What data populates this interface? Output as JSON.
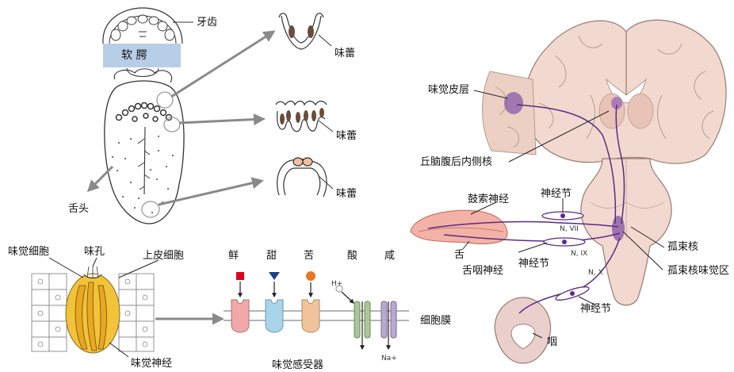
{
  "tongue": {
    "teeth": "牙齿",
    "palate": "软 腭",
    "tip": "舌头",
    "bud_top": "味蕾",
    "bud_middle": "味蕾",
    "bud_bottom": "味蕾"
  },
  "taste_bud": {
    "receptor_cell": "味觉细胞",
    "pore": "味孔",
    "epithelial": "上皮细胞",
    "nerve": "味觉神经"
  },
  "receptors": {
    "tastes": [
      "鲜",
      "甜",
      "苦",
      "酸",
      "咸"
    ],
    "h_ion": "H+",
    "na_ion": "Na+",
    "membrane": "细胞膜",
    "caption": "味觉感受器"
  },
  "brain": {
    "cortex": "味觉皮层",
    "thalamus": "丘脑腹后内侧核",
    "chorda": "鼓索神经",
    "ganglion_top": "神经节",
    "nerve_vii": "N, VII",
    "nerve_ix": "N, IX",
    "nerve_x": "N, X",
    "tongue": "舌",
    "glosso": "舌咽神经",
    "ganglion_mid": "神经节",
    "ganglion_bot": "神经节",
    "nts": "孤束核",
    "nts_taste": "孤束核味觉区",
    "pharynx": "咽"
  },
  "colors": {
    "umami": "#e0001b",
    "sweet": "#1f3f80",
    "bitter": "#e87722",
    "receptor_umami": "#f0a9a8",
    "receptor_sweet": "#a9d4ea",
    "receptor_bitter": "#f0c39a",
    "receptor_sour": "#a9c79a",
    "receptor_salty": "#b9a9d0",
    "pathway": "#5b2a86",
    "brain_tissue": "#f1d9cf",
    "palate_band": "#b8cde6"
  }
}
